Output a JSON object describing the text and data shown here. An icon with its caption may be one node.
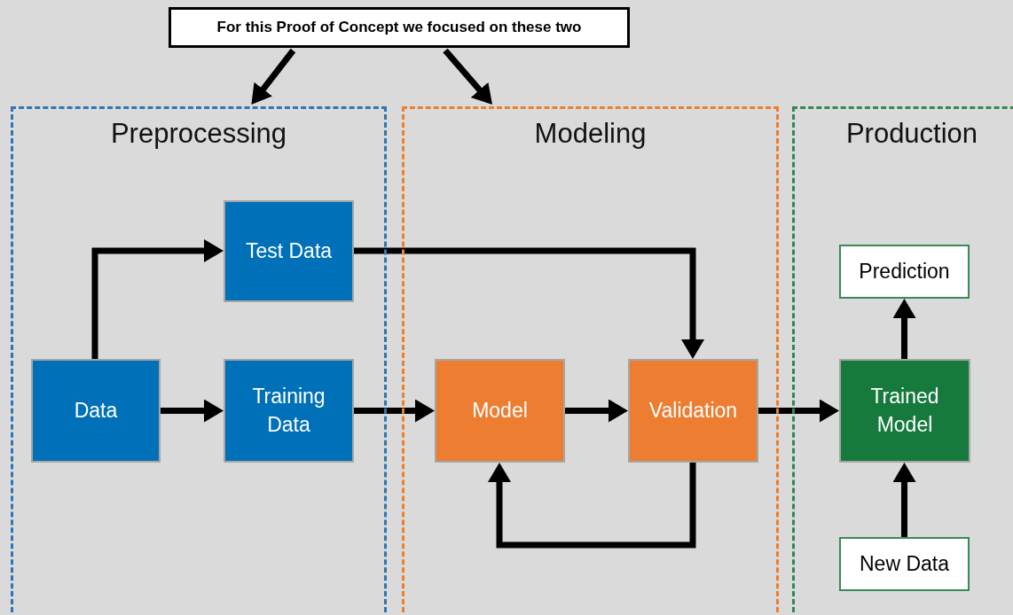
{
  "diagram": {
    "nodes": [
      {
        "text": [
          "For this Proof of Concept we focused on these two"
        ]
      },
      {
        "text": [
          "Preprocessing"
        ]
      },
      {
        "text": [
          "Modeling"
        ]
      },
      {
        "text": [
          "Production"
        ]
      },
      {
        "text": [
          "Data"
        ],
        "in": 1
      },
      {
        "text": [
          "Test Data"
        ],
        "in": 1
      },
      {
        "text": [
          "Training Data"
        ],
        "in": 1
      },
      {
        "text": [
          "Model"
        ],
        "in": 2
      },
      {
        "text": [
          "Validation"
        ],
        "in": 2
      },
      {
        "text": [
          "Trained Model"
        ],
        "in": 3
      },
      {
        "text": [
          "Prediction"
        ],
        "in": 3
      },
      {
        "text": [
          "New Data"
        ],
        "in": 3
      }
    ],
    "edges": [
      {
        "from": 0,
        "to": 1,
        "arrow": "to"
      },
      {
        "from": 0,
        "to": 2,
        "arrow": "to"
      },
      {
        "from": 4,
        "to": 5,
        "arrow": "to"
      },
      {
        "from": 4,
        "to": 6,
        "arrow": "to"
      },
      {
        "from": 6,
        "to": 7,
        "arrow": "to"
      },
      {
        "from": 5,
        "to": 8,
        "arrow": "to"
      },
      {
        "from": 7,
        "to": 8,
        "arrow": "to"
      },
      {
        "from": 8,
        "to": 7,
        "arrow": "to"
      },
      {
        "from": 8,
        "to": 9,
        "arrow": "to"
      },
      {
        "from": 11,
        "to": 9,
        "arrow": "to"
      },
      {
        "from": 9,
        "to": 10,
        "arrow": "to"
      }
    ]
  }
}
